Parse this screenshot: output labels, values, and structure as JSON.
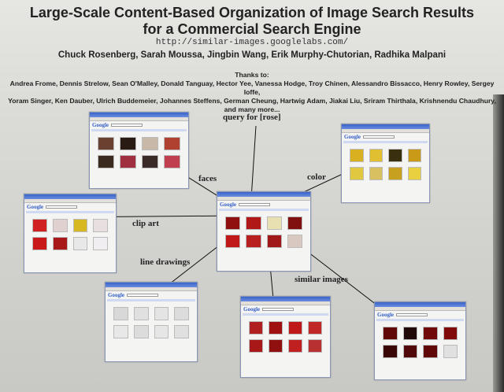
{
  "poster": {
    "title_line1": "Large-Scale Content-Based Organization of Image Search Results",
    "title_line2": "for a Commercial Search Engine",
    "url": "http://similar-images.googlelabs.com/",
    "authors": "Chuck Rosenberg, Sarah Moussa, Jingbin Wang, Erik Murphy-Chutorian, Radhika Malpani",
    "thanks_label": "Thanks to:",
    "thanks_line1": "Andrea Frome, Dennis Strelow, Sean O'Malley, Donald Tanguay, Hector Yee, Vanessa Hodge, Troy Chinen, Alessandro Bissacco, Henry Rowley, Sergey Ioffe,",
    "thanks_line2": "Yoram Singer, Ken Dauber, Ulrich Buddemeier, Johannes Steffens, German Cheung, Hartwig Adam, Jiakai Liu, Sriram Thirthala, Krishnendu Chaudhury,",
    "thanks_line3": "and many more..."
  },
  "labels": {
    "query": "query for [rose]",
    "faces": "faces",
    "color": "color",
    "clipart": "clip art",
    "line": "line drawings",
    "similar": "similar images"
  },
  "screens": {
    "logo": "Google",
    "faces": [
      "#6a4030",
      "#2a1a14",
      "#c8b8a8",
      "#b04030",
      "#3a2a20",
      "#a03040",
      "#3a2a28",
      "#c04050"
    ],
    "color": [
      "#d8b020",
      "#e0c030",
      "#3a3010",
      "#c89a18",
      "#e0c840",
      "#d8c060",
      "#c8a020",
      "#e8d040"
    ],
    "clipart": [
      "#d02020",
      "#e0d0d0",
      "#d8b820",
      "#e8e0e0",
      "#c81818",
      "#a81818",
      "#e8e8e8",
      "#f0eef0"
    ],
    "query": [
      "#901010",
      "#b01818",
      "#e8e0b0",
      "#801010",
      "#c01818",
      "#b82020",
      "#a01818",
      "#d8c8c0"
    ],
    "line": [
      "#d8d8d8",
      "#e0e0e0",
      "#e4e4e4",
      "#dcdcdc",
      "#e8e8e8",
      "#dcdcdc",
      "#e6e6e6",
      "#e0e0e0"
    ],
    "similar": [
      "#b02020",
      "#a01010",
      "#c01818",
      "#c02828",
      "#a81818",
      "#901010",
      "#c02020",
      "#b83030"
    ],
    "right": [
      "#600808",
      "#200808",
      "#700a0a",
      "#800a0a",
      "#3a0505",
      "#500808",
      "#600808",
      "#e0e0e0"
    ]
  }
}
